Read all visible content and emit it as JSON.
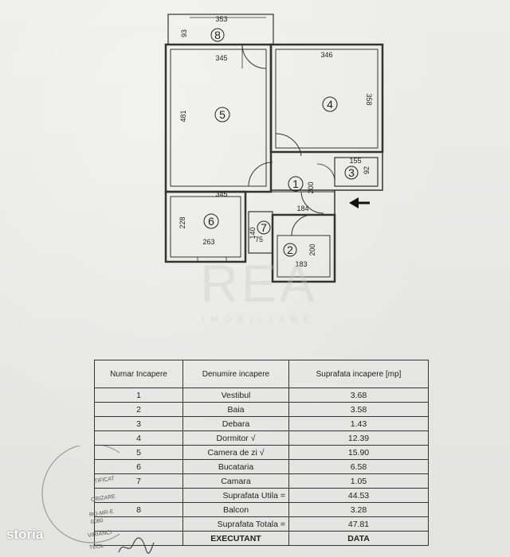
{
  "plan": {
    "dimensions": {
      "d353": "353",
      "d93": "93",
      "d345_top": "345",
      "d346": "346",
      "d481": "481",
      "d358": "358",
      "d155": "155",
      "d92": "92",
      "d200_a": "200",
      "d184": "184",
      "d345_mid": "345",
      "d228": "228",
      "d263": "263",
      "d140": "140",
      "d75": "75",
      "d200_b": "200",
      "d183": "183"
    },
    "room_numbers": {
      "r1": "1",
      "r2": "2",
      "r3": "3",
      "r4": "4",
      "r5": "5",
      "r6": "6",
      "r7": "7",
      "r8": "8"
    }
  },
  "watermark": {
    "word": "REA",
    "sub": "IMOBILIARE"
  },
  "table": {
    "headers": {
      "nr": "Numar Incapere",
      "name": "Denumire incapere",
      "area": "Suprafata incapere [mp]"
    },
    "rows": [
      {
        "nr": "1",
        "name": "Vestibul",
        "area": "3.68"
      },
      {
        "nr": "2",
        "name": "Baia",
        "area": "3.58"
      },
      {
        "nr": "3",
        "name": "Debara",
        "area": "1.43"
      },
      {
        "nr": "4",
        "name": "Dormitor √",
        "area": "12.39"
      },
      {
        "nr": "5",
        "name": "Camera de zi √",
        "area": "15.90"
      },
      {
        "nr": "6",
        "name": "Bucataria",
        "area": "6.58"
      },
      {
        "nr": "7",
        "name": "Camara",
        "area": "1.05"
      }
    ],
    "util": {
      "label": "Suprafata Utila =",
      "value": "44.53"
    },
    "balcon": {
      "nr": "8",
      "name": "Balcon",
      "area": "3.28"
    },
    "total": {
      "label": "Suprafata Totala =",
      "value": "47.81"
    },
    "footer": {
      "executant": "EXECUTANT",
      "data": "DATA"
    }
  },
  "stamp": {
    "line1": "TIFICAT",
    "line2": "ORIZARE",
    "line3": "RO-MR-E",
    "line4": "0080",
    "line5": "VIRIANCI",
    "line6": "TEOL"
  },
  "logo": {
    "text": "storia"
  }
}
